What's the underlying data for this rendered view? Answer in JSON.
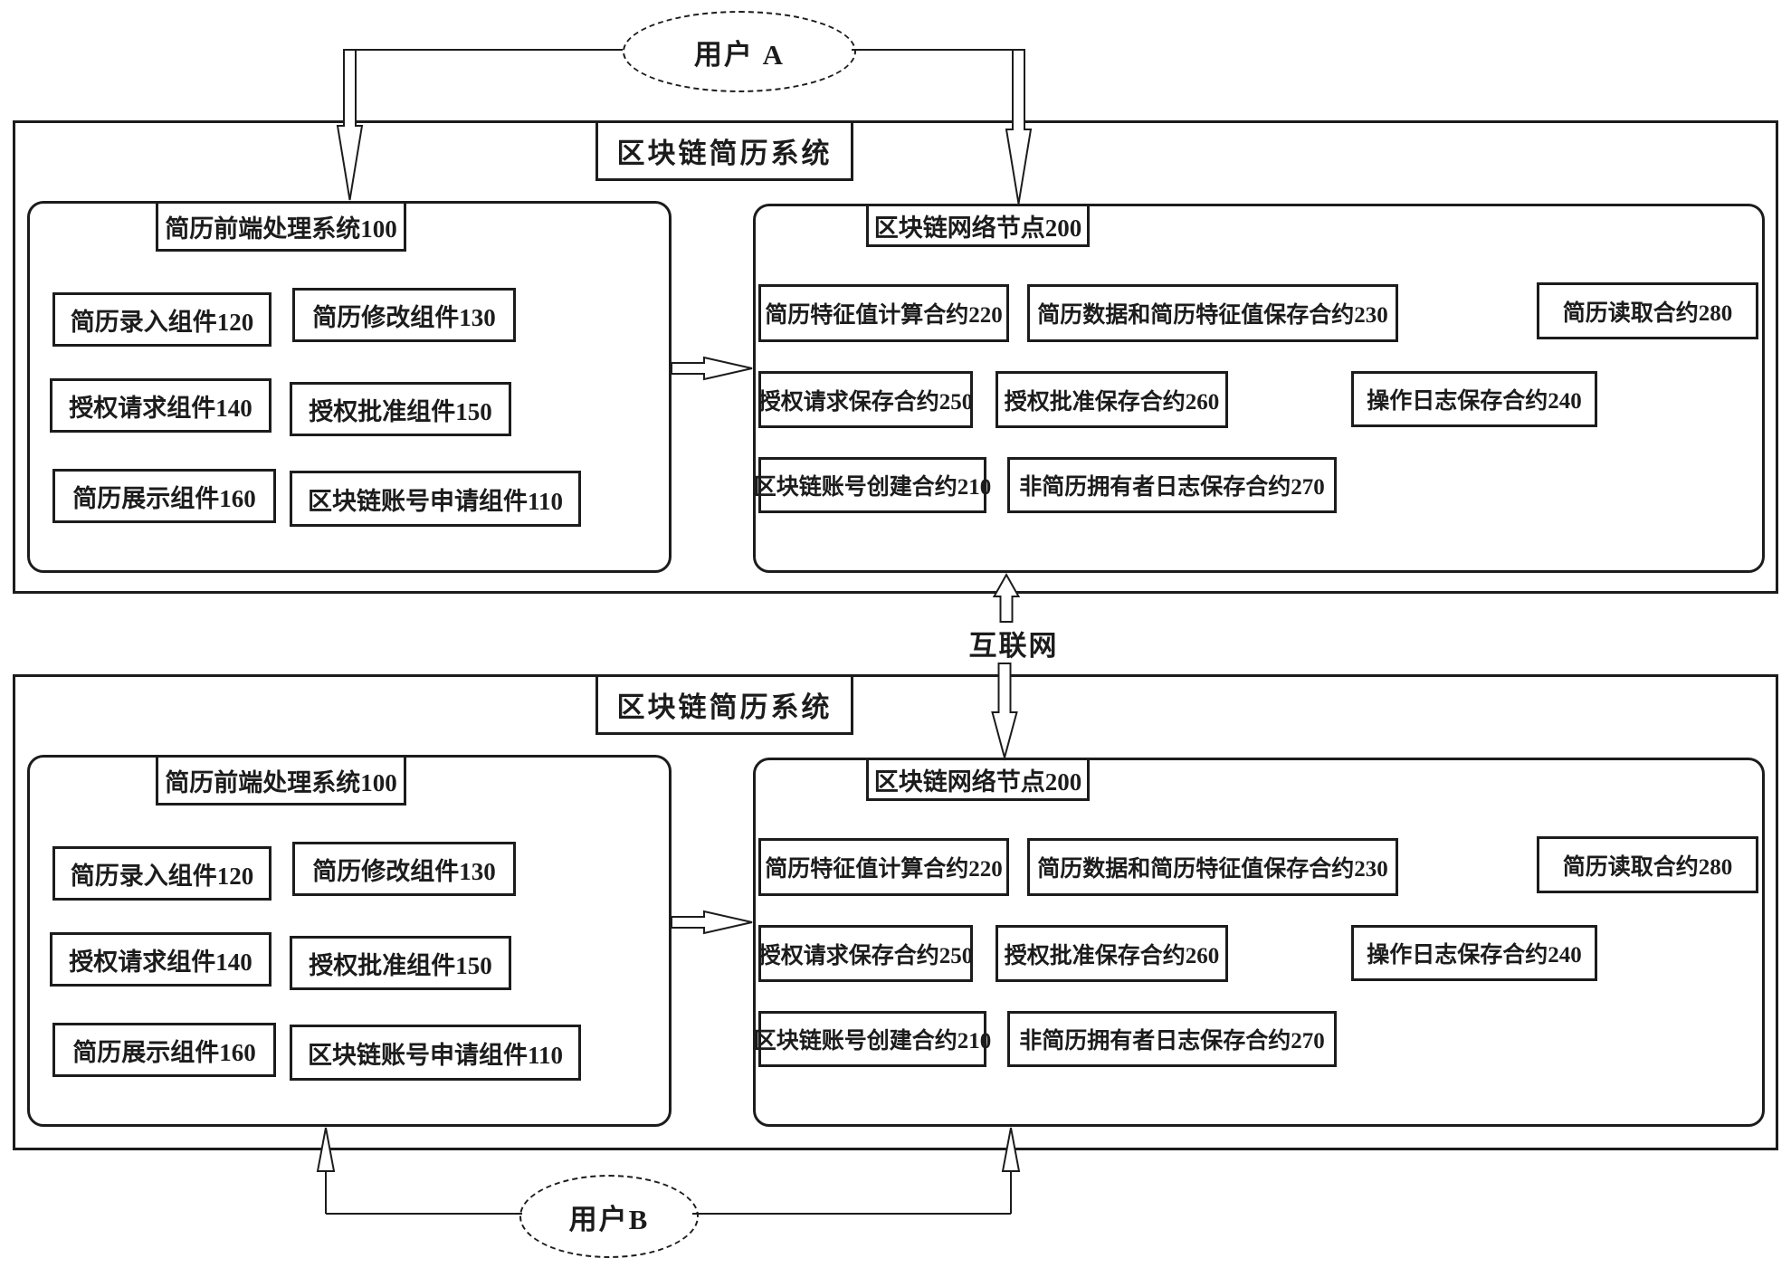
{
  "page": {
    "background": "#ffffff",
    "line_color": "#1c1c1c"
  },
  "users": {
    "a": "用户 A",
    "b": "用户B"
  },
  "internet_label": "互联网",
  "system": {
    "title": "区块链简历系统",
    "frontend": {
      "title": "简历前端处理系统100",
      "components": [
        "简历录入组件120",
        "简历修改组件130",
        "授权请求组件140",
        "授权批准组件150",
        "简历展示组件160",
        "区块链账号申请组件110"
      ]
    },
    "node": {
      "title": "区块链网络节点200",
      "contracts": [
        "简历特征值计算合约220",
        "简历数据和简历特征值保存合约230",
        "简历读取合约280",
        "授权请求保存合约250",
        "授权批准保存合约260",
        "操作日志保存合约240",
        "区块链账号创建合约210",
        "非简历拥有者日志保存合约270"
      ]
    }
  }
}
